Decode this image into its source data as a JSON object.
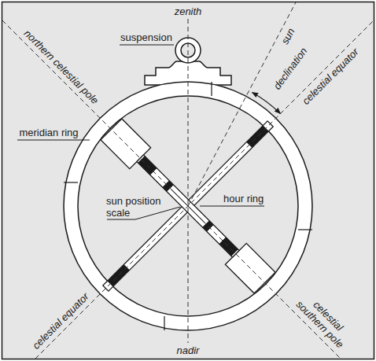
{
  "diagram": {
    "labels": [
      "zenith",
      "northern celestial pole",
      "sun",
      "suspension",
      "declination",
      "celestial equator",
      "meridian ring",
      "sun position scale",
      "hour ring",
      "celestial equator",
      "celestial southern pole",
      "nadir"
    ]
  }
}
